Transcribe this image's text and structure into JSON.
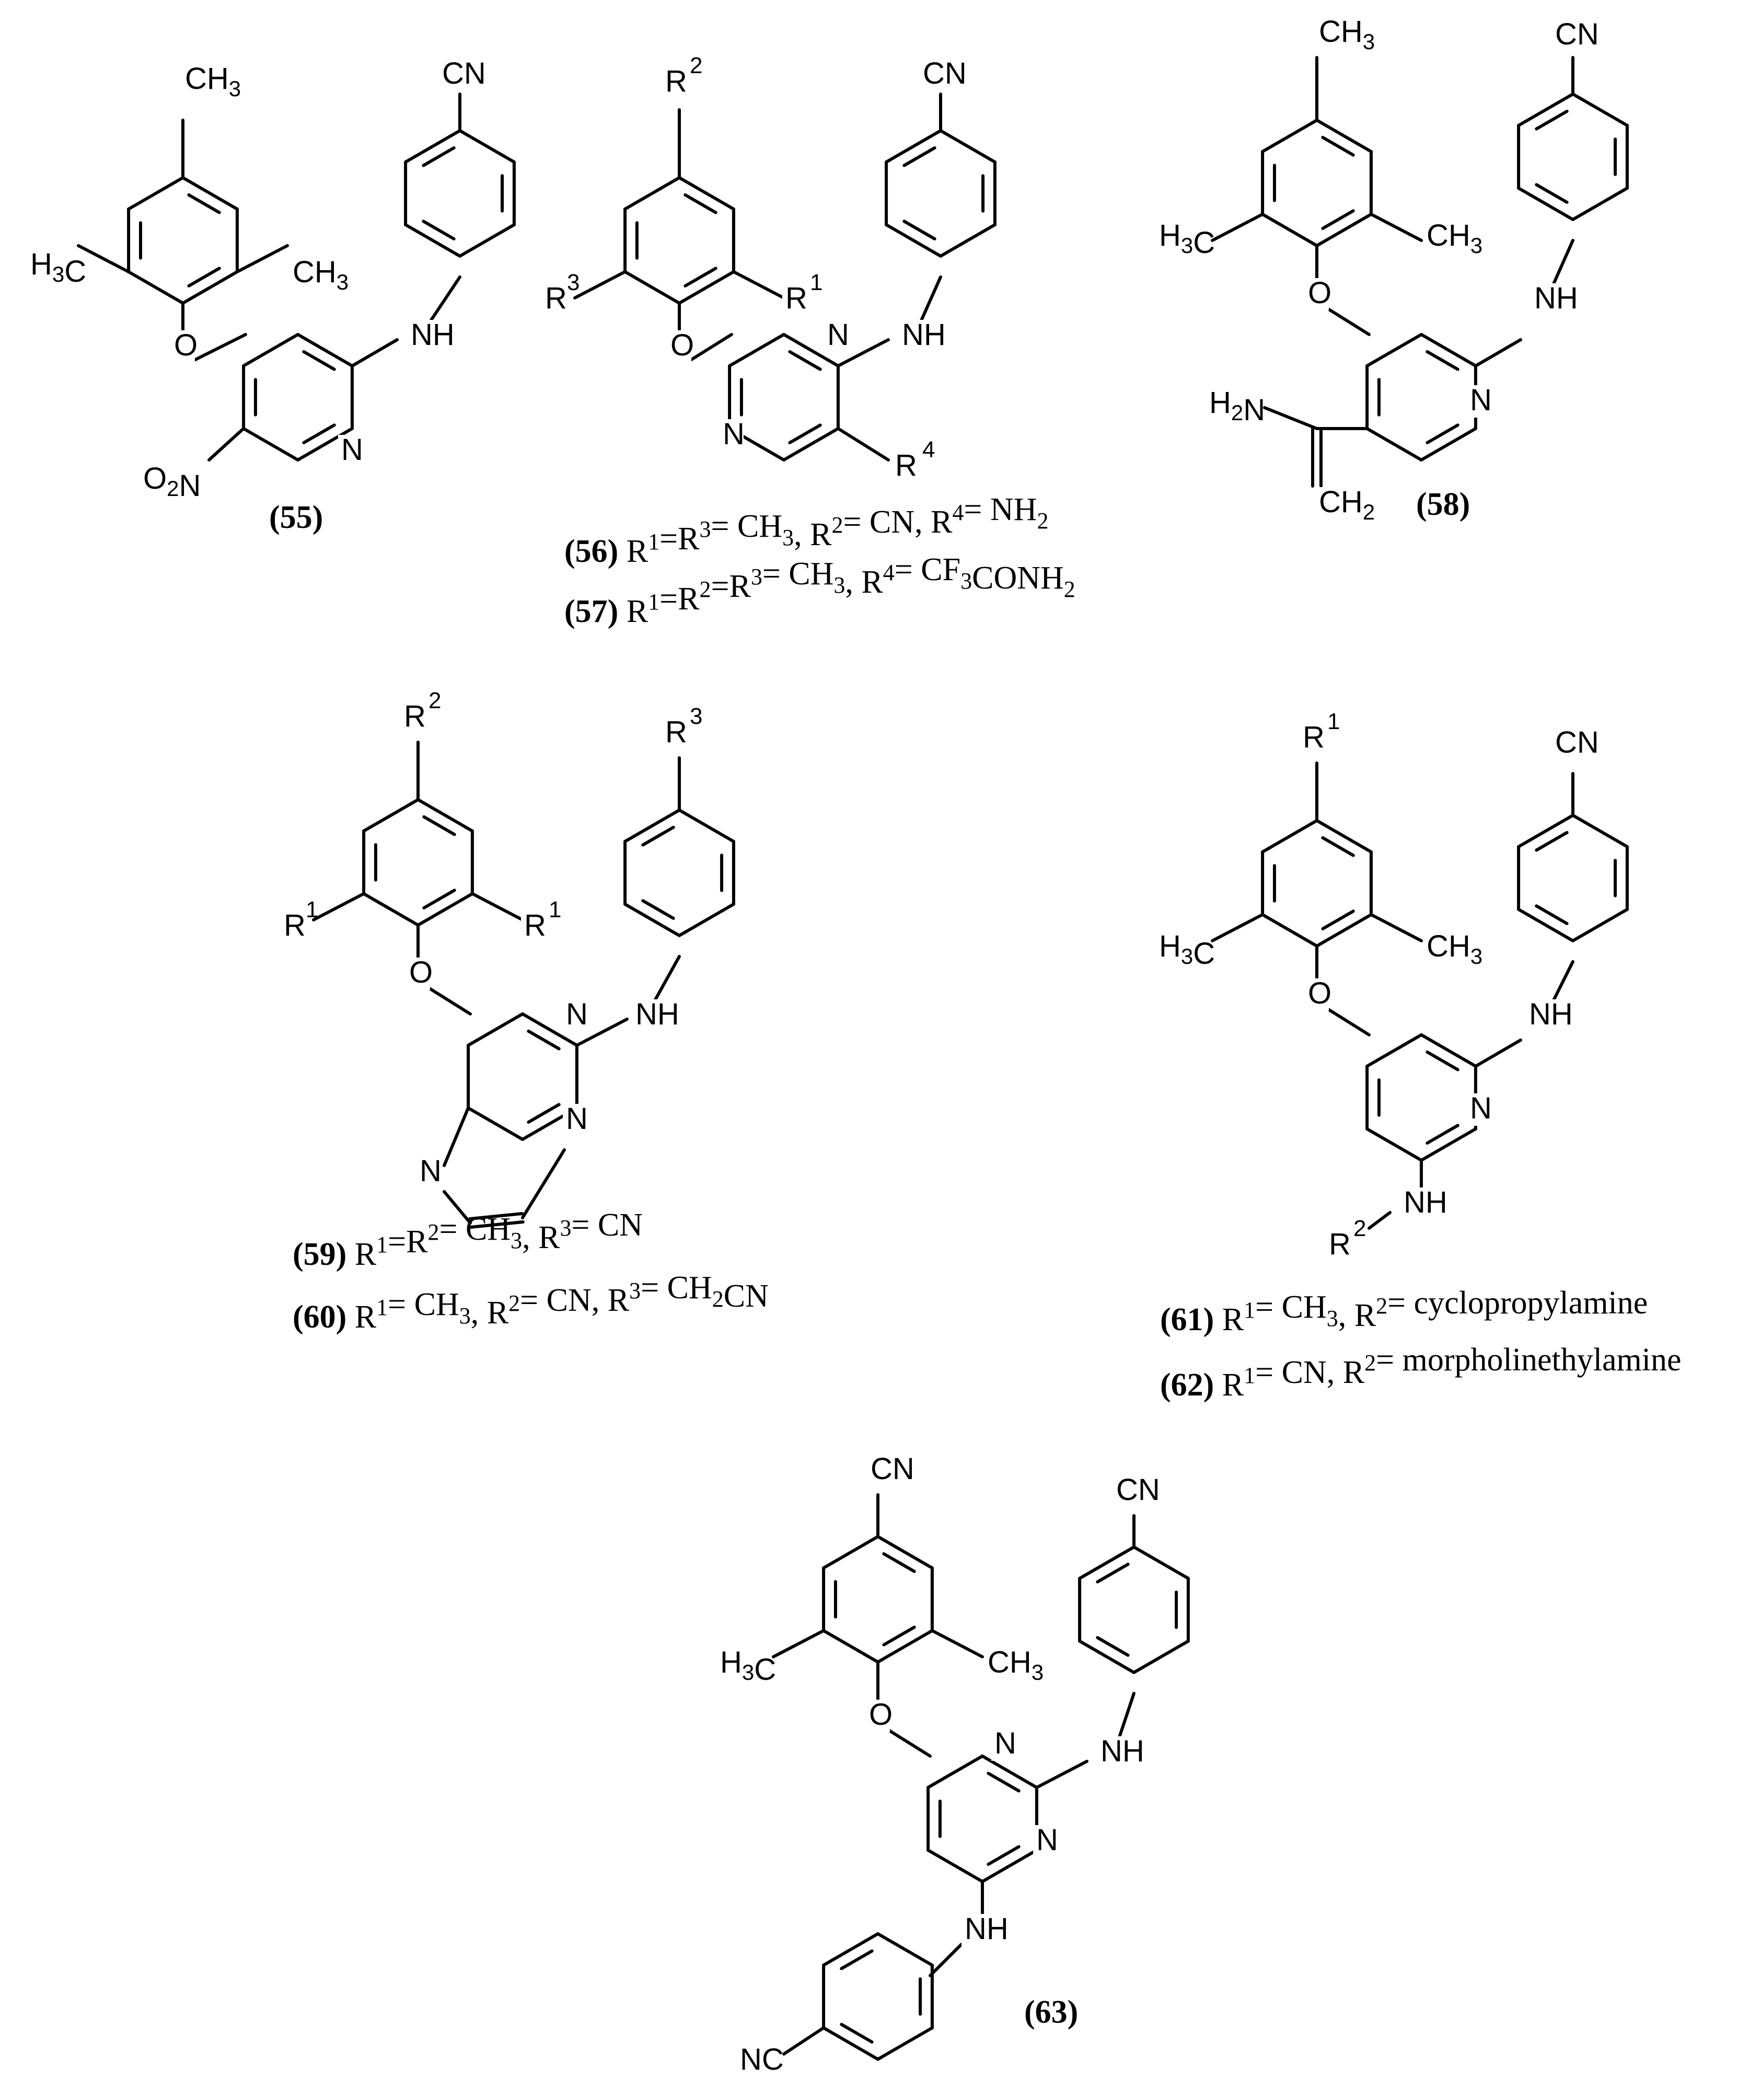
{
  "atoms": {
    "CN": "CN",
    "NC": "NC",
    "NH": "NH",
    "N": "N",
    "O": "O",
    "CH3": "CH3",
    "H3C": "H3C",
    "CH2": "CH2",
    "H2N": "H2N",
    "O2N": "O2N",
    "R": "R"
  },
  "compounds": [
    {
      "id": "55",
      "label": "(55)"
    },
    {
      "id": "56",
      "label": "(56)",
      "text": "R1=R3= CH3, R2= CN, R4= NH2"
    },
    {
      "id": "57",
      "label": "(57)",
      "text": "R1=R2=R3= CH3, R4= CF3CONH2"
    },
    {
      "id": "58",
      "label": "(58)"
    },
    {
      "id": "59",
      "label": "(59)",
      "text": "R1=R2= CH3, R3= CN"
    },
    {
      "id": "60",
      "label": "(60)",
      "text": "R1= CH3, R2= CN, R3= CH2CN"
    },
    {
      "id": "61",
      "label": "(61)",
      "text": "R1= CH3, R2= cyclopropylamine"
    },
    {
      "id": "62",
      "label": "(62)",
      "text": "R1= CN, R2= morpholinethylamine"
    },
    {
      "id": "63",
      "label": "(63)"
    }
  ]
}
